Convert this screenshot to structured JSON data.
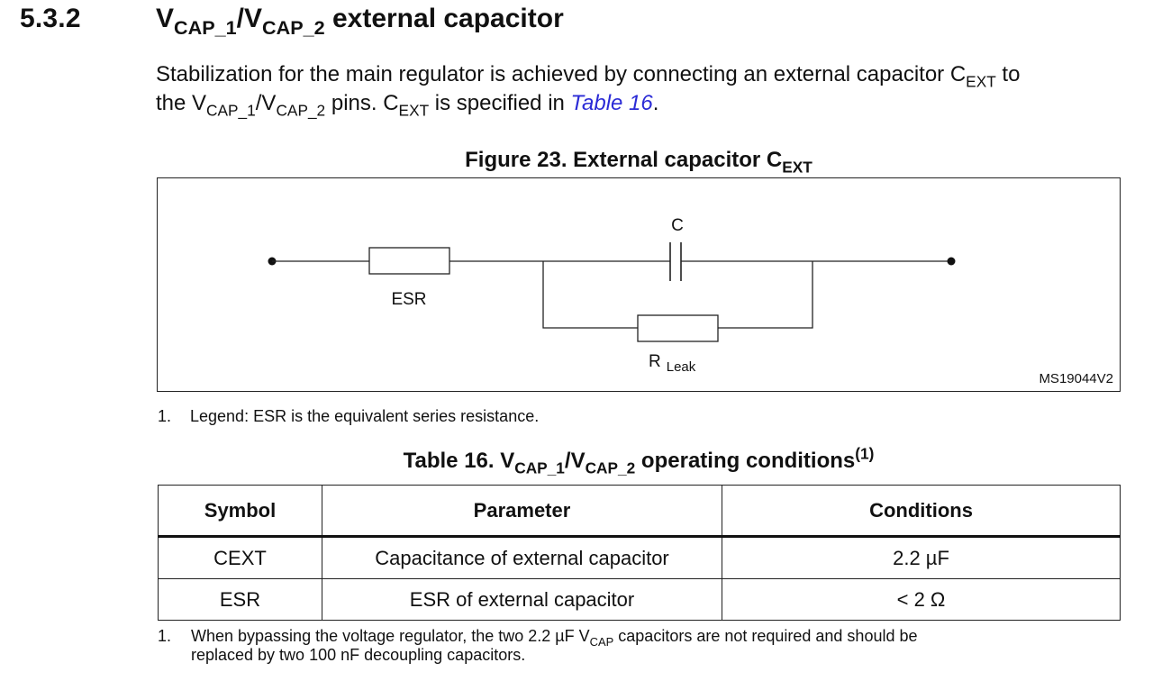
{
  "section": {
    "number": "5.3.2",
    "title_v1": "V",
    "title_sub1": "CAP_1",
    "title_slash": "/V",
    "title_sub2": "CAP_2",
    "title_rest": " external capacitor"
  },
  "intro": {
    "l1_text": "Stabilization for the main regulator is achieved by connecting an external capacitor C",
    "l1_sub": "EXT",
    "l1_end": " to",
    "l2_a": "the V",
    "l2_sub1": "CAP_1",
    "l2_b": "/V",
    "l2_sub2": "CAP_2",
    "l2_c": " pins. C",
    "l2_sub3": "EXT",
    "l2_d": " is specified in ",
    "link": "Table 16",
    "l2_end": "."
  },
  "figure": {
    "caption_main": "Figure 23. External capacitor C",
    "caption_sub": "EXT",
    "label_c": "C",
    "label_esr": "ESR",
    "label_r": "R",
    "label_r_sub": "Leak",
    "id": "MS19044V2",
    "note_num": "1.",
    "note_text": "Legend: ESR is the equivalent series resistance."
  },
  "table": {
    "caption_a": "Table 16. V",
    "caption_sub1": "CAP_1",
    "caption_b": "/V",
    "caption_sub2": "CAP_2",
    "caption_c": " operating conditions",
    "caption_sup": "(1)",
    "headers": [
      "Symbol",
      "Parameter",
      "Conditions"
    ],
    "rows": [
      [
        "CEXT",
        "Capacitance of external capacitor",
        "2.2 µF"
      ],
      [
        "ESR",
        "ESR of external capacitor",
        "< 2 Ω"
      ]
    ],
    "note_num": "1.",
    "note_l1a": "When bypassing the voltage regulator, the two 2.2 µF V",
    "note_l1sub": "CAP",
    "note_l1b": " capacitors are not required and should be",
    "note_l2": "replaced by two 100 nF decoupling capacitors."
  }
}
